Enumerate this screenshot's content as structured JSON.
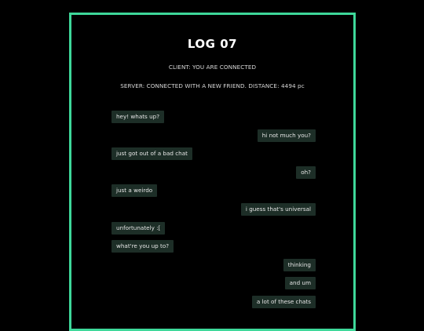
{
  "log": {
    "title": "LOG 07",
    "client_status": "CLIENT: YOU ARE CONNECTED",
    "server_status": "SERVER: CONNECTED WITH A NEW FRIEND. DISTANCE: 4494 pc"
  },
  "colors": {
    "background": "#000000",
    "frame_border": "#3ed89a",
    "bubble": "#1d2e27",
    "text": "#e6e6e6"
  },
  "messages": [
    {
      "side": "left",
      "text": "hey! whats up?"
    },
    {
      "side": "right",
      "text": "hi not much you?"
    },
    {
      "side": "left",
      "text": "just got out of a bad chat"
    },
    {
      "side": "right",
      "text": "oh?"
    },
    {
      "side": "left",
      "text": "just a weirdo"
    },
    {
      "side": "right",
      "text": "i guess that's universal"
    },
    {
      "side": "left",
      "text": "unfortunately :["
    },
    {
      "side": "left",
      "text": "what're you up to?"
    },
    {
      "side": "right",
      "text": "thinking"
    },
    {
      "side": "right",
      "text": "and um"
    },
    {
      "side": "right",
      "text": "a lot of these chats"
    }
  ]
}
